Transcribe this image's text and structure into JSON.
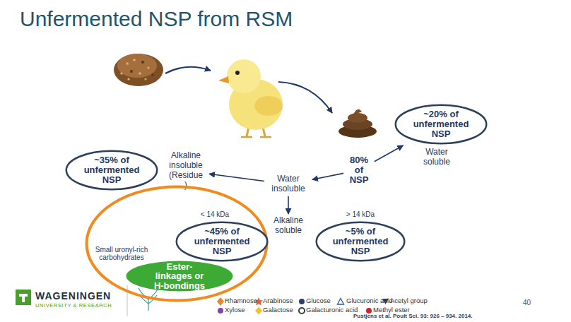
{
  "diagram": {
    "title": "Unfermented NSP from RSM",
    "nodes": [
      {
        "text": [
          "~20% of unfermented NSP"
        ]
      },
      {
        "text": [
          "80% of NSP"
        ]
      },
      {
        "text": [
          "~35% of unfermented NSP"
        ]
      },
      {
        "text": [
          "Alkaline insoluble (Residue )"
        ]
      },
      {
        "text": [
          "Water insoluble"
        ]
      },
      {
        "text": [
          "Small uronyl-rich carbohydrates"
        ]
      },
      {
        "text": [
          "< 14 kDa",
          "~45% of unfermented NSP"
        ],
        "in": 5
      },
      {
        "text": [
          "Ester-linkages or H-bondings"
        ],
        "in": 5
      },
      {
        "text": [
          "Alkaline soluble"
        ]
      },
      {
        "text": [
          "> 14 kDa",
          "~5% of unfermented NSP"
        ]
      }
    ],
    "edges": [
      {
        "from": 1,
        "to": 0,
        "label": "Water soluble",
        "arrow": "to"
      },
      {
        "from": 1,
        "to": 4,
        "arrow": "to"
      },
      {
        "from": 4,
        "to": 3,
        "arrow": "to"
      },
      {
        "from": 4,
        "to": 8,
        "arrow": "to"
      }
    ],
    "labels": [
      "WAGENINGEN",
      "UNIVERSITY & RESEARCH",
      "40",
      "Pustjens et al. Poult Sci. 93: 926 – 934. 2014."
    ],
    "legend": [
      {
        "text": "Rhamnose"
      },
      {
        "text": "Arabinose"
      },
      {
        "text": "Glucose"
      },
      {
        "text": "Glucuronic acid"
      },
      {
        "text": "Acetyl group"
      },
      {
        "text": "Xylose"
      },
      {
        "text": "Galactose"
      },
      {
        "text": "Galacturonic acid"
      },
      {
        "text": "Methyl ester"
      }
    ]
  }
}
